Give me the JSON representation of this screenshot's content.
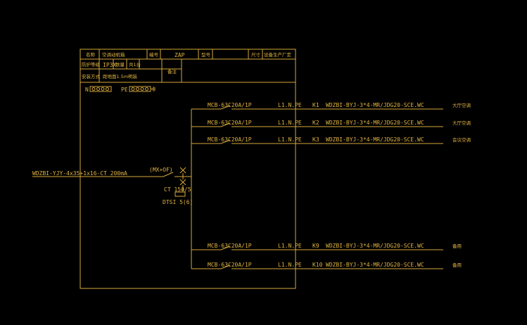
{
  "header": {
    "r1": [
      "名称",
      "空调动机箱",
      "编号",
      "ZAP",
      "型号",
      "",
      "尺寸",
      "设备生产厂定"
    ],
    "r2": [
      "防护等级",
      "IP3X",
      "数量",
      "共1台"
    ],
    "r3": [
      "安装方式",
      "距地面1.5m明装"
    ],
    "r2b": "备注"
  },
  "bus": {
    "n": "N",
    "pe": "PE"
  },
  "incoming": {
    "cable": "WDZBI-YJY-4x35+1x16-CT 200mA",
    "breaker": "(MX+OF)",
    "ct": "CT 150/5",
    "meter": "DTSI 5(6)"
  },
  "circuits": [
    {
      "breaker": "MCB-63C20A/1P",
      "phase": "L1.N.PE",
      "id": "K1",
      "cable": "WDZBI-BYJ-3*4-MR/JDG20-SCE.WC",
      "load": "大厅空调"
    },
    {
      "breaker": "MCB-63C20A/1P",
      "phase": "L1.N.PE",
      "id": "K2",
      "cable": "WDZBI-BYJ-3*4-MR/JDG20-SCE.WC",
      "load": "大厅空调"
    },
    {
      "breaker": "MCB-63C20A/1P",
      "phase": "L1.N.PE",
      "id": "K3",
      "cable": "WDZBI-BYJ-3*4-MR/JDG20-SCE.WC",
      "load": "会议空调"
    },
    {
      "breaker": "MCB-63C20A/1P",
      "phase": "L1.N.PE",
      "id": "K9",
      "cable": "WDZBI-BYJ-3*4-MR/JDG20-SCE.WC",
      "load": "备用"
    },
    {
      "breaker": "MCB-63C20A/1P",
      "phase": "L1.N.PE",
      "id": "K10",
      "cable": "WDZBI-BYJ-3*4-MR/JDG20-SCE.WC",
      "load": "备用"
    }
  ]
}
